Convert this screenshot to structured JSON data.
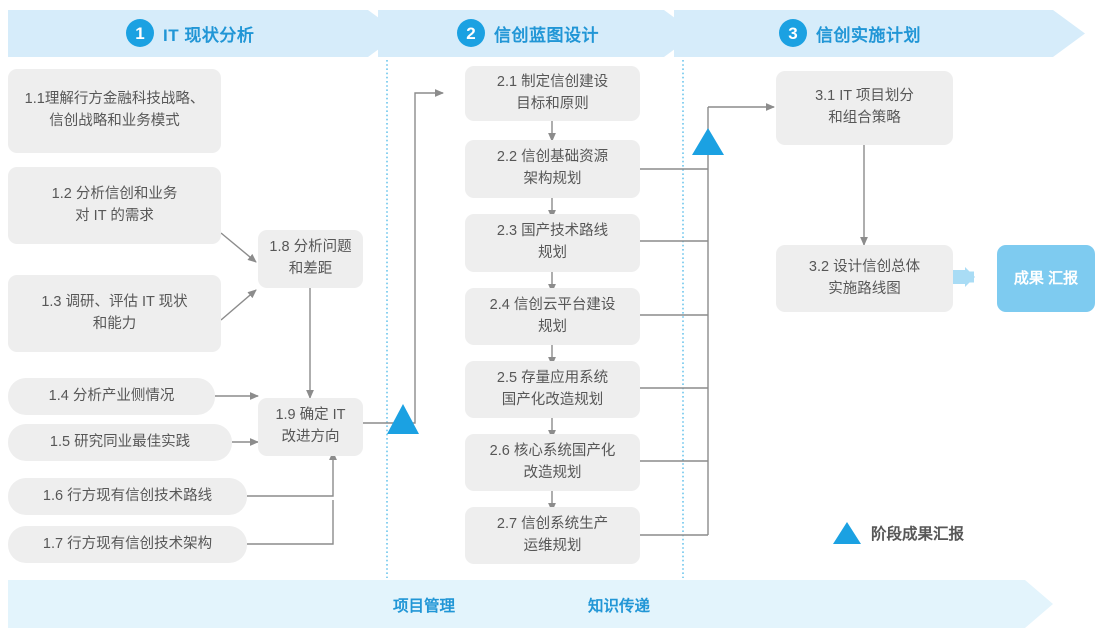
{
  "header": {
    "phases": [
      {
        "num": "1",
        "title": "IT 现状分析"
      },
      {
        "num": "2",
        "title": "信创蓝图设计"
      },
      {
        "num": "3",
        "title": "信创实施计划"
      }
    ]
  },
  "phase1": {
    "nodes": [
      {
        "id": "1.1",
        "line1": "1.1理解行方金融科技战略、",
        "line2": "信创战略和业务模式"
      },
      {
        "id": "1.2",
        "line1": "1.2 分析信创和业务",
        "line2": "对 IT 的需求"
      },
      {
        "id": "1.3",
        "line1": "1.3 调研、评估 IT 现状",
        "line2": "和能力"
      },
      {
        "id": "1.4",
        "line1": "1.4 分析产业侧情况",
        "line2": ""
      },
      {
        "id": "1.5",
        "line1": "1.5 研究同业最佳实践",
        "line2": ""
      },
      {
        "id": "1.6",
        "line1": "1.6 行方现有信创技术路线",
        "line2": ""
      },
      {
        "id": "1.7",
        "line1": "1.7 行方现有信创技术架构",
        "line2": ""
      },
      {
        "id": "1.8",
        "line1": "1.8 分析问题",
        "line2": "和差距"
      },
      {
        "id": "1.9",
        "line1": "1.9 确定 IT",
        "line2": "改进方向"
      }
    ]
  },
  "phase2": {
    "nodes": [
      {
        "id": "2.1",
        "line1": "2.1 制定信创建设",
        "line2": "目标和原则"
      },
      {
        "id": "2.2",
        "line1": "2.2 信创基础资源",
        "line2": "架构规划"
      },
      {
        "id": "2.3",
        "line1": "2.3 国产技术路线",
        "line2": "规划"
      },
      {
        "id": "2.4",
        "line1": "2.4 信创云平台建设",
        "line2": "规划"
      },
      {
        "id": "2.5",
        "line1": "2.5 存量应用系统",
        "line2": "国产化改造规划"
      },
      {
        "id": "2.6",
        "line1": "2.6 核心系统国产化",
        "line2": "改造规划"
      },
      {
        "id": "2.7",
        "line1": "2.7 信创系统生产",
        "line2": "运维规划"
      }
    ]
  },
  "phase3": {
    "nodes": [
      {
        "id": "3.1",
        "line1": "3.1 IT 项目划分",
        "line2": "和组合策略"
      },
      {
        "id": "3.2",
        "line1": "3.2 设计信创总体",
        "line2": "实施路线图"
      }
    ],
    "result_badge": {
      "line1": "成果",
      "line2": "汇报"
    }
  },
  "legend": {
    "label": "阶段成果汇报",
    "marker": "triangle-up-icon"
  },
  "footer": {
    "labels": [
      "项目管理",
      "知识传递"
    ]
  },
  "colors": {
    "accent": "#1ba1e2",
    "header_band": "#d6ecfa",
    "footer_band": "#e3f4fc",
    "node_fill": "#eeeeee",
    "node_text": "#575757",
    "badge_fill": "#7ecbf0",
    "connector": "#8c8c8c",
    "divider": "#4bb8e8"
  }
}
